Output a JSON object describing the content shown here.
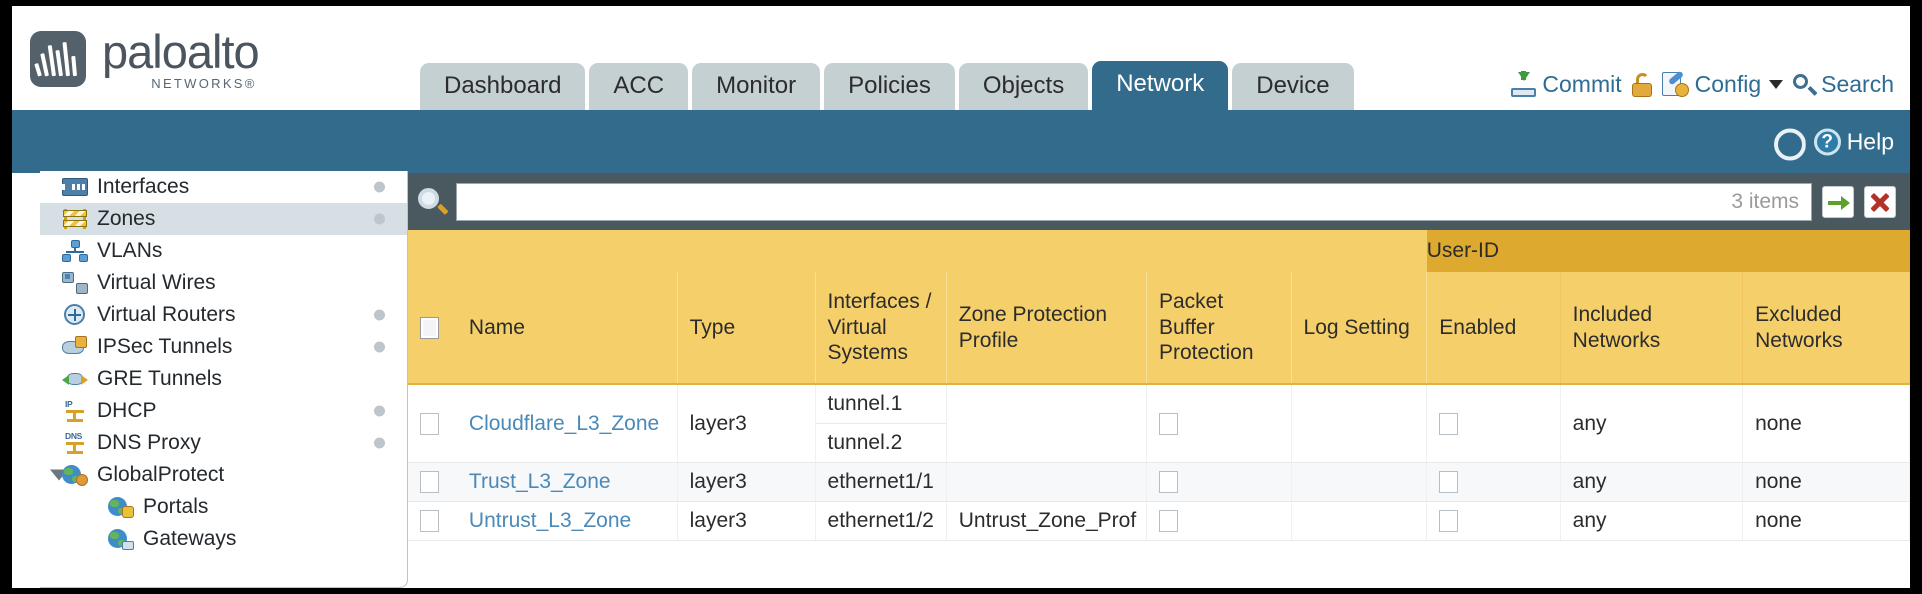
{
  "brand": {
    "name": "paloalto",
    "sub": "NETWORKS®",
    "logo_icon": "paloalto-logo-icon"
  },
  "nav_tabs": [
    {
      "label": "Dashboard",
      "active": false
    },
    {
      "label": "ACC",
      "active": false
    },
    {
      "label": "Monitor",
      "active": false
    },
    {
      "label": "Policies",
      "active": false
    },
    {
      "label": "Objects",
      "active": false
    },
    {
      "label": "Network",
      "active": true
    },
    {
      "label": "Device",
      "active": false
    }
  ],
  "toolbar": {
    "commit_label": "Commit",
    "commit_icon": "commit-icon",
    "lock_icon": "unlock-icon",
    "config_label": "Config",
    "config_icon": "config-wrench-icon",
    "config_caret_icon": "chevron-down-icon",
    "search_label": "Search",
    "search_icon": "magnifier-icon"
  },
  "bluebar": {
    "refresh_icon": "refresh-icon",
    "help_label": "Help",
    "help_icon": "help-question-icon"
  },
  "sidebar": {
    "items": [
      {
        "label": "Interfaces",
        "icon": "interfaces-icon",
        "selected": false,
        "dot": true,
        "child": false,
        "expander": false
      },
      {
        "label": "Zones",
        "icon": "zones-icon",
        "selected": true,
        "dot": true,
        "child": false,
        "expander": false
      },
      {
        "label": "VLANs",
        "icon": "vlans-icon",
        "selected": false,
        "dot": false,
        "child": false,
        "expander": false
      },
      {
        "label": "Virtual Wires",
        "icon": "virtual-wires-icon",
        "selected": false,
        "dot": false,
        "child": false,
        "expander": false
      },
      {
        "label": "Virtual Routers",
        "icon": "virtual-routers-icon",
        "selected": false,
        "dot": true,
        "child": false,
        "expander": false
      },
      {
        "label": "IPSec Tunnels",
        "icon": "ipsec-tunnels-icon",
        "selected": false,
        "dot": true,
        "child": false,
        "expander": false
      },
      {
        "label": "GRE Tunnels",
        "icon": "gre-tunnels-icon",
        "selected": false,
        "dot": false,
        "child": false,
        "expander": false
      },
      {
        "label": "DHCP",
        "icon": "dhcp-icon",
        "selected": false,
        "dot": true,
        "child": false,
        "expander": false
      },
      {
        "label": "DNS Proxy",
        "icon": "dns-proxy-icon",
        "selected": false,
        "dot": true,
        "child": false,
        "expander": false
      },
      {
        "label": "GlobalProtect",
        "icon": "globalprotect-icon",
        "selected": false,
        "dot": false,
        "child": false,
        "expander": true
      },
      {
        "label": "Portals",
        "icon": "portals-icon",
        "selected": false,
        "dot": false,
        "child": true,
        "expander": false
      },
      {
        "label": "Gateways",
        "icon": "gateways-icon",
        "selected": false,
        "dot": false,
        "child": true,
        "expander": false
      }
    ]
  },
  "search": {
    "value": "",
    "placeholder": "",
    "item_count": "3 items",
    "icon": "magnifier-icon",
    "apply_icon": "green-arrow-icon",
    "clear_icon": "red-x-icon"
  },
  "table": {
    "group_header": {
      "label": "User-ID",
      "spans": 3
    },
    "columns": [
      "Name",
      "Type",
      "Interfaces / Virtual Systems",
      "Zone Protection Profile",
      "Packet Buffer Protection",
      "Log Setting",
      "Enabled",
      "Included Networks",
      "Excluded Networks"
    ],
    "rows": [
      {
        "selected": false,
        "name": "Cloudflare_L3_Zone",
        "type": "layer3",
        "interfaces": [
          "tunnel.1",
          "tunnel.2"
        ],
        "zone_protection_profile": "",
        "packet_buffer_protection": false,
        "log_setting": "",
        "userid_enabled": false,
        "included_networks": "any",
        "excluded_networks": "none"
      },
      {
        "selected": false,
        "name": "Trust_L3_Zone",
        "type": "layer3",
        "interfaces": [
          "ethernet1/1"
        ],
        "zone_protection_profile": "",
        "packet_buffer_protection": false,
        "log_setting": "",
        "userid_enabled": false,
        "included_networks": "any",
        "excluded_networks": "none"
      },
      {
        "selected": false,
        "name": "Untrust_L3_Zone",
        "type": "layer3",
        "interfaces": [
          "ethernet1/2"
        ],
        "zone_protection_profile": "Untrust_Zone_Prof",
        "packet_buffer_protection": false,
        "log_setting": "",
        "userid_enabled": false,
        "included_networks": "any",
        "excluded_networks": "none"
      }
    ]
  },
  "colors": {
    "brand_blue": "#336b8c",
    "header_gold": "#f5d06a",
    "group_gold": "#dda92f",
    "panel_slate": "#4a5860",
    "tab_grey": "#c5d0d3",
    "link_blue": "#4a89b8"
  }
}
